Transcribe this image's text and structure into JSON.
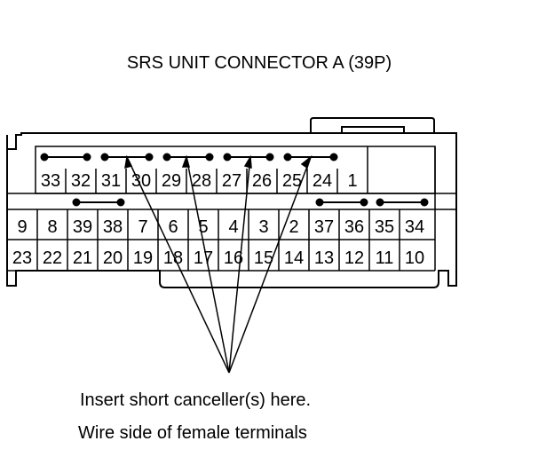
{
  "title": "SRS UNIT CONNECTOR A (39P)",
  "caption_line1": "Insert short canceller(s) here.",
  "caption_line2": "Wire side of female terminals",
  "rows": {
    "row1": [
      "33",
      "32",
      "31",
      "30",
      "29",
      "28",
      "27",
      "26",
      "25",
      "24",
      "1"
    ],
    "row2": [
      "9",
      "8",
      "39",
      "38",
      "7",
      "6",
      "5",
      "4",
      "3",
      "2",
      "37",
      "36",
      "35",
      "34"
    ],
    "row3": [
      "23",
      "22",
      "21",
      "20",
      "19",
      "18",
      "17",
      "16",
      "15",
      "14",
      "13",
      "12",
      "11",
      "10"
    ]
  }
}
